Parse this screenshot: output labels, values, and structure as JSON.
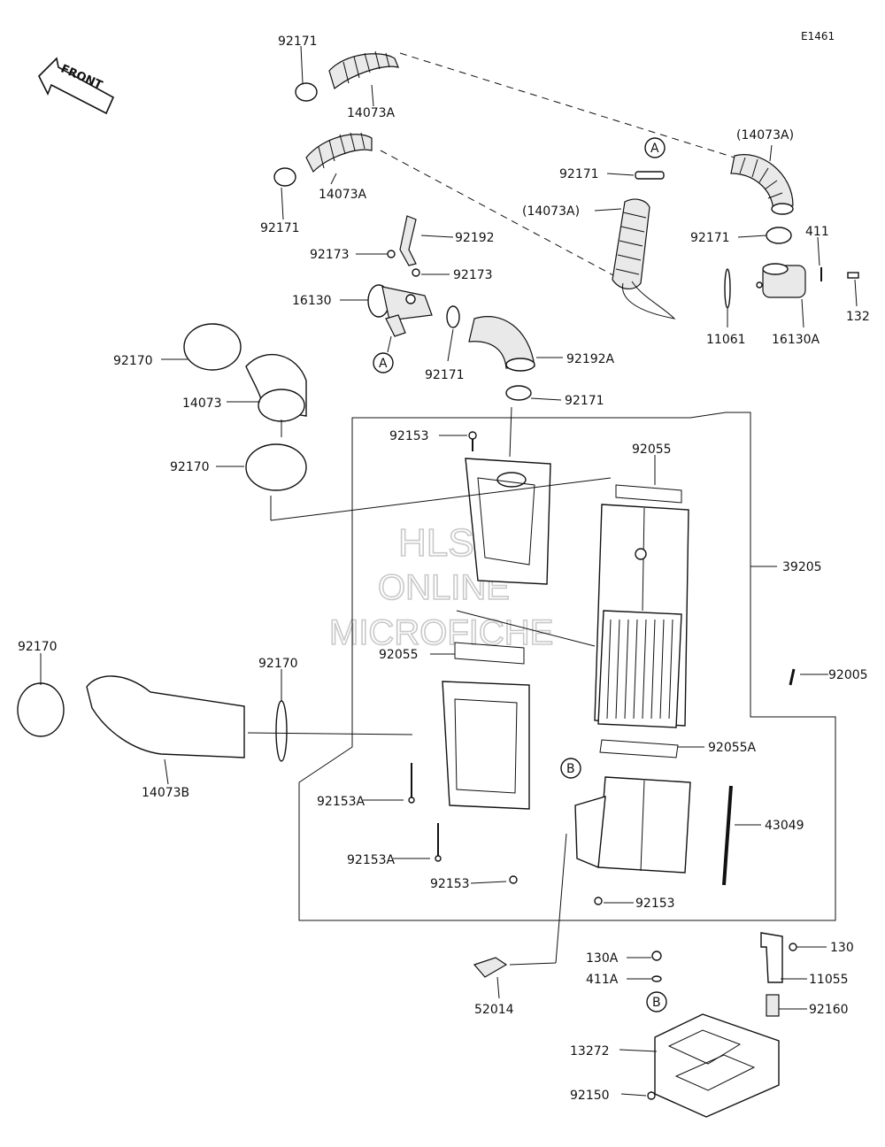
{
  "diagram_code": "E1461",
  "front_label": "FRONT",
  "watermark": [
    "HLSM",
    "ONLINE",
    "MICROFICHE"
  ],
  "callouts": {
    "a": "A",
    "b": "B"
  },
  "labels": {
    "l92171_top": "92171",
    "l14073A_top": "14073A",
    "l14073A_2": "14073A",
    "l92171_2": "92171",
    "l92171_a": "92171",
    "l14073A_paren1": "(14073A)",
    "l14073A_paren2": "(14073A)",
    "l92171_right": "92171",
    "l411": "411",
    "l132": "132",
    "l11061": "11061",
    "l16130A": "16130A",
    "l92192": "92192",
    "l92173_a": "92173",
    "l92173_b": "92173",
    "l16130": "16130",
    "l92170_a": "92170",
    "l92171_mid": "92171",
    "l92192A": "92192A",
    "l14073": "14073",
    "l92171_low": "92171",
    "l92153_top": "92153",
    "l92170_b": "92170",
    "l92055_top": "92055",
    "l39205": "39205",
    "l92055_mid": "92055",
    "l92170_left": "92170",
    "l92170_mid": "92170",
    "l92005": "92005",
    "l14073B": "14073B",
    "l92055A": "92055A",
    "l92153A_a": "92153A",
    "l43049": "43049",
    "l92153A_b": "92153A",
    "l92153_b": "92153",
    "l92153_c": "92153",
    "l130A": "130A",
    "l130": "130",
    "l411A": "411A",
    "l11055": "11055",
    "l52014": "52014",
    "l92160": "92160",
    "l13272": "13272",
    "l92150": "92150"
  }
}
